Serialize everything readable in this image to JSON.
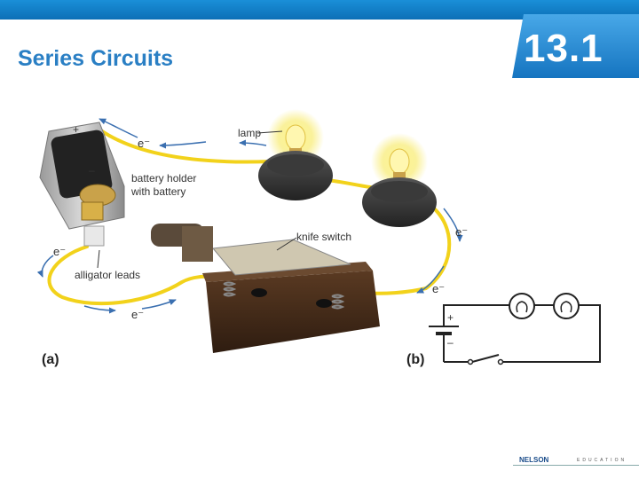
{
  "slide": {
    "title": "Series Circuits",
    "badge": "13.1"
  },
  "figure_a": {
    "part_label": "(a)",
    "labels": {
      "lamp": "lamp",
      "battery_holder_line1": "battery holder",
      "battery_holder_line2": "with battery",
      "knife_switch": "knife switch",
      "alligator_leads": "alligator leads",
      "electron": "e⁻",
      "plus": "+",
      "minus": "–"
    }
  },
  "figure_b": {
    "part_label": "(b)",
    "plus": "+",
    "minus": "–"
  },
  "footer": {
    "brand": "NELSON",
    "sub": "EDUCATION"
  },
  "colors": {
    "accent": "#2a7fc4",
    "wire": "#f2d21b",
    "electron_arrow": "#3a6fb0"
  }
}
